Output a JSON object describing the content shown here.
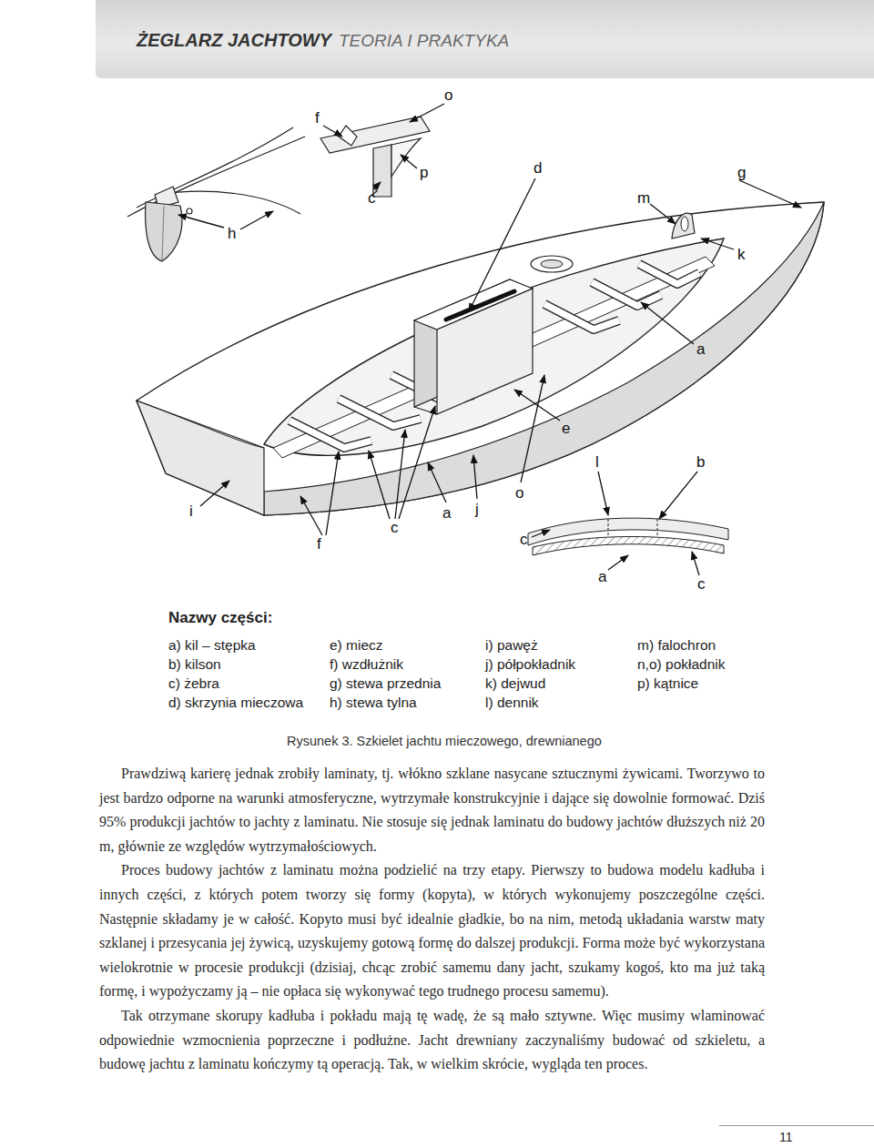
{
  "diagram": {
    "caption": "Rysunek 3. Szkielet jachtu mieczowego, drewnianego",
    "labels": [
      "ŻEGLARZ JACHTOWY",
      "TEORIA I PRAKTYKA",
      "o",
      "f",
      "p",
      "d",
      "g",
      "c",
      "m",
      "h",
      "k",
      "a",
      "e",
      "l",
      "b",
      "i",
      "o",
      "j",
      "f",
      "c",
      "a",
      "c",
      "a",
      "c",
      "Nazwy części:",
      "a) kil – stępka",
      "b) kilson",
      "c) żebra",
      "d) skrzynia mieczowa",
      "e) miecz",
      "f) wzdłużnik",
      "g) stewa przednia",
      "h) stewa tylna",
      "i) pawęż",
      "j) półpokładnik",
      "k) dejwud",
      "l) dennik",
      "m) falochron",
      "n,o) pokładnik",
      "p) kątnice",
      "Prawdziwą karierę jednak zrobiły laminaty, tj. włókno szklane nasycane sztucznymi żywicami. Tworzywo to jest bardzo odporne na warunki atmosferyczne, wytrzymałe konstrukcyjnie i dające się dowolnie formować. Dziś 95% produkcji jachtów to jachty z laminatu. Nie stosuje się jednak laminatu do budowy jachtów dłuższych niż 20 m, głównie ze względów wytrzymałościowych.",
      "Proces budowy jachtów z laminatu można podzielić na trzy etapy. Pierwszy to budowa modelu kadłuba i innych części, z których potem tworzy się formy (kopyta), w których wykonujemy poszczególne części. Następnie składamy je w całość. Kopyto musi być idealnie gładkie, bo na nim, metodą układania warstw maty szklanej i przesycania jej żywicą, uzyskujemy gotową formę do dalszej produkcji. Forma może być wykorzystana wielokrotnie w procesie produkcji (dzisiaj, chcąc zrobić samemu dany jacht, szukamy kogoś, kto ma już taką formę, i wypożyczamy ją – nie opłaca się wykonywać tego trudnego procesu samemu).",
      "Tak otrzymane skorupy kadłuba i pokładu mają tę wadę, że są mało sztywne. Więc musimy wlaminować odpowiednie wzmocnienia poprzeczne i podłużne. Jacht drewniany zaczynaliśmy budować od szkieletu, a budowę jachtu z laminatu kończymy tą operacją. Tak, w wielkim skrócie, wygląda ten proces.",
      "11"
    ]
  }
}
